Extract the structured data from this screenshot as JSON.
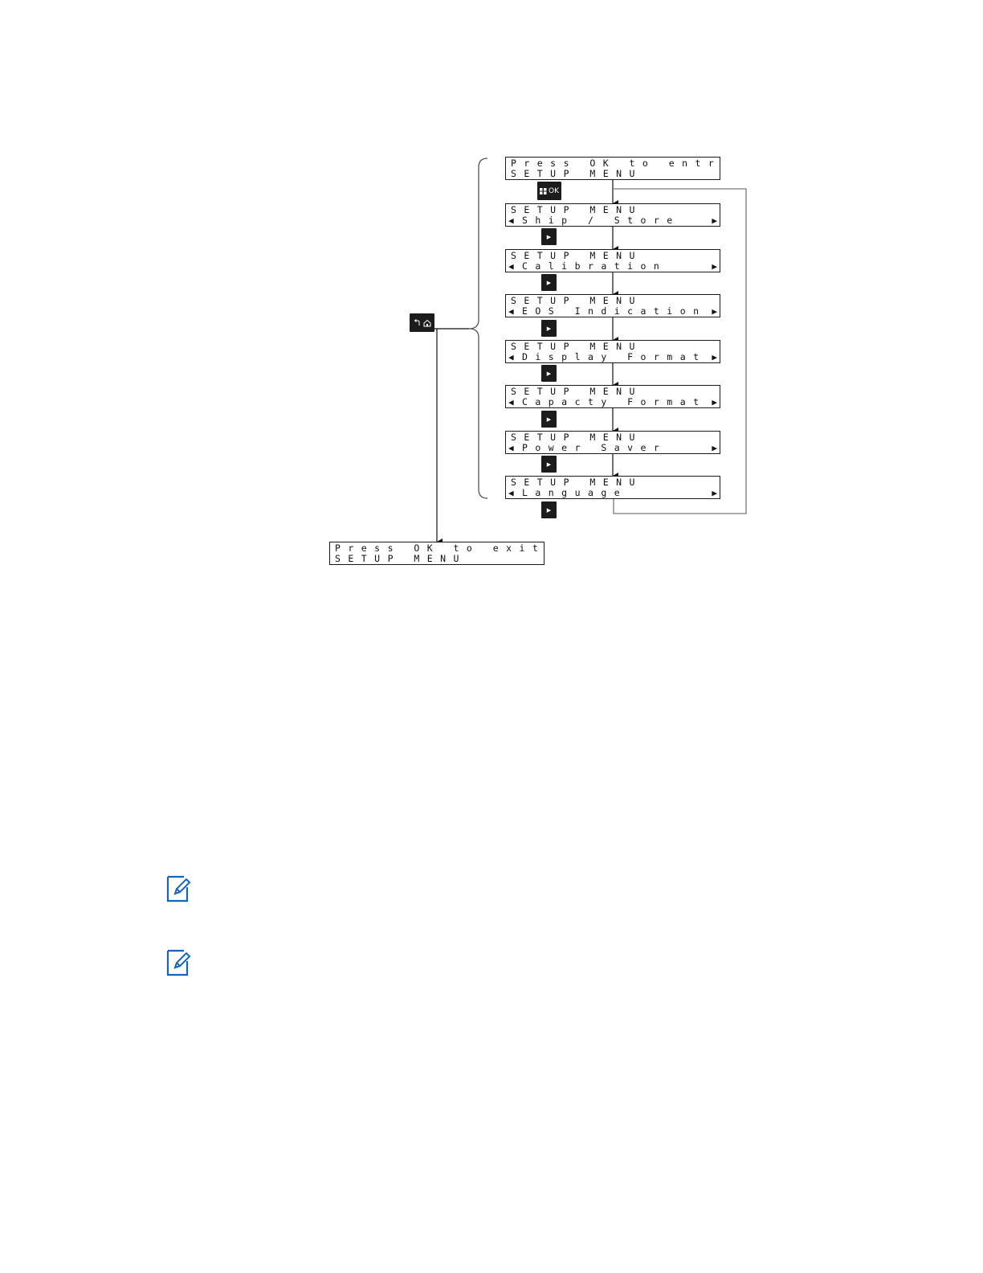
{
  "screens": [
    {
      "line1": "Press OK to entr",
      "line2": "SETUP MENU"
    },
    {
      "line1": "SETUP MENU",
      "line2": "Ship / Store"
    },
    {
      "line1": "SETUP MENU",
      "line2": "Calibration"
    },
    {
      "line1": "SETUP MENU",
      "line2": "EOS Indication"
    },
    {
      "line1": "SETUP MENU",
      "line2": "Display Format"
    },
    {
      "line1": "SETUP MENU",
      "line2": "Capacty Format"
    },
    {
      "line1": "SETUP MENU",
      "line2": "Power Saver"
    },
    {
      "line1": "SETUP MENU",
      "line2": "Language"
    }
  ],
  "exit_screen": {
    "line1": "Press OK to exit",
    "line2": "SETUP MENU"
  },
  "buttons": {
    "ok_label": "OK",
    "ok_icon": "menu-grid-icon",
    "right_icon": "play-right-icon",
    "back_home_icons": [
      "back-arrow-icon",
      "home-icon"
    ]
  },
  "notes": [
    {
      "icon": "note-edit-icon"
    },
    {
      "icon": "note-edit-icon"
    }
  ],
  "colors": {
    "note_icon": "#1565c0",
    "button_bg": "#1c1c1c",
    "loop_line": "#777777"
  }
}
